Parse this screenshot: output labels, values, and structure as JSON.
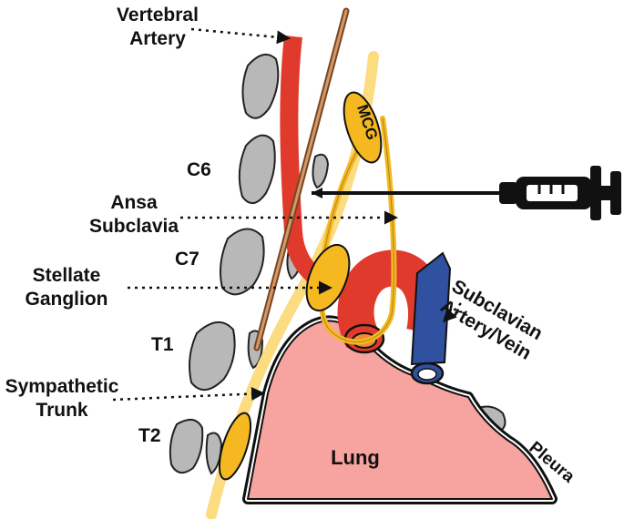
{
  "labels": {
    "vertebral_artery": "Vertebral Artery",
    "c6": "C6",
    "ansa_subclavia": "Ansa Subclavia",
    "c7": "C7",
    "stellate_ganglion": "Stellate Ganglion",
    "t1": "T1",
    "sympathetic_trunk": "Sympathetic Trunk",
    "t2": "T2",
    "mcg": "MCG",
    "subclavian": "Subclavian Artery/Vein",
    "lung": "Lung",
    "pleura": "Pleura"
  },
  "colors": {
    "artery": "#e03a2c",
    "vein": "#3050a0",
    "nerve": "#f5b820",
    "trunk": "#fbdc80",
    "lung": "#f7a3a0",
    "bone": "#b5b5b5",
    "sheath": "#9a5a2c"
  }
}
